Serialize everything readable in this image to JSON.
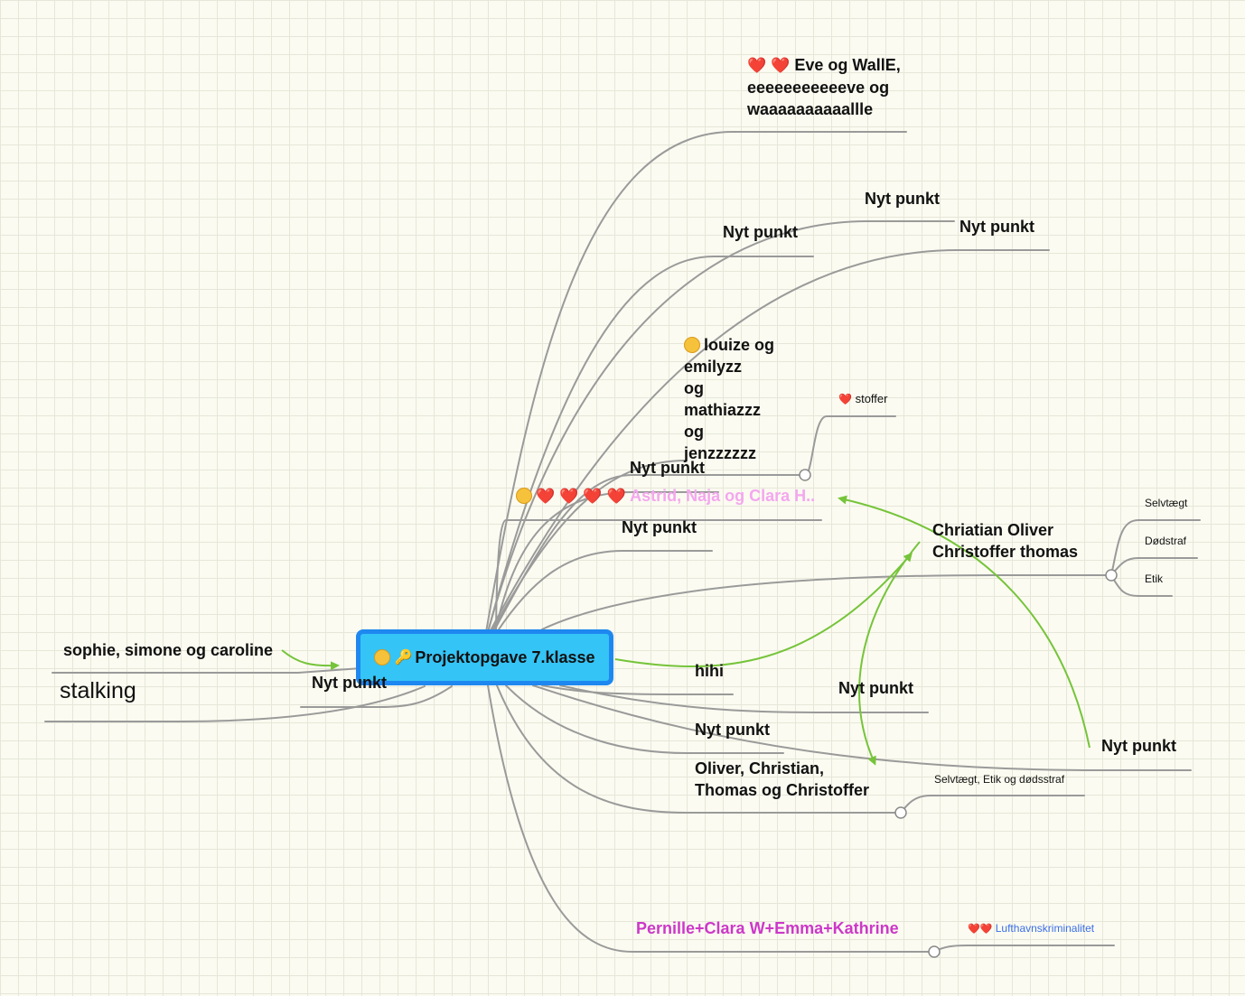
{
  "root": {
    "label": "Projektopgave 7.klasse",
    "icons": [
      "sad-face-icon",
      "key-icon"
    ]
  },
  "nodes": {
    "eve": {
      "line1": "Eve og WallE,",
      "line2": "eeeeeeeeeeeve og",
      "line3": "waaaaaaaaaallle",
      "icons": [
        "heart-icon",
        "heart-icon"
      ]
    },
    "nyt1": "Nyt punkt",
    "nyt2": "Nyt punkt",
    "nyt3": "Nyt punkt",
    "louize": {
      "lines": [
        "louize og",
        "emilyzz",
        "og",
        "mathiazzz",
        "og",
        "jenzzzzzz"
      ],
      "icon": "smiley-icon"
    },
    "stoffer": "stoffer",
    "nyt4": "Nyt punkt",
    "astrid": "Astrid, Naja og Clara H..",
    "nyt5": "Nyt punkt",
    "chriatian": {
      "line1": "Chriatian Oliver",
      "line2": "Christoffer thomas"
    },
    "selvtaegt": "Selvtægt",
    "dodstraf": "Dødstraf",
    "etik": "Etik",
    "sophie": "sophie, simone og caroline",
    "stalking": "stalking",
    "nyt6": "Nyt punkt",
    "hihi": "hihi",
    "nyt7": "Nyt punkt",
    "nyt8": "Nyt punkt",
    "nyt9": "Nyt punkt",
    "oliver": {
      "line1": "Oliver, Christian,",
      "line2": "Thomas og Christoffer"
    },
    "selvetik": "Selvtægt, Etik og dødsstraf",
    "pernille": "Pernille+Clara W+Emma+Kathrine",
    "lufthavn": "Lufthavnskriminalitet"
  },
  "colors": {
    "line": "#999999",
    "arrow": "#76c43a",
    "root_fill": "#35c4f6",
    "root_border": "#1e88f0",
    "pink": "#f4a7ee",
    "magenta": "#cc38c8",
    "link_blue": "#3a6ee8"
  }
}
